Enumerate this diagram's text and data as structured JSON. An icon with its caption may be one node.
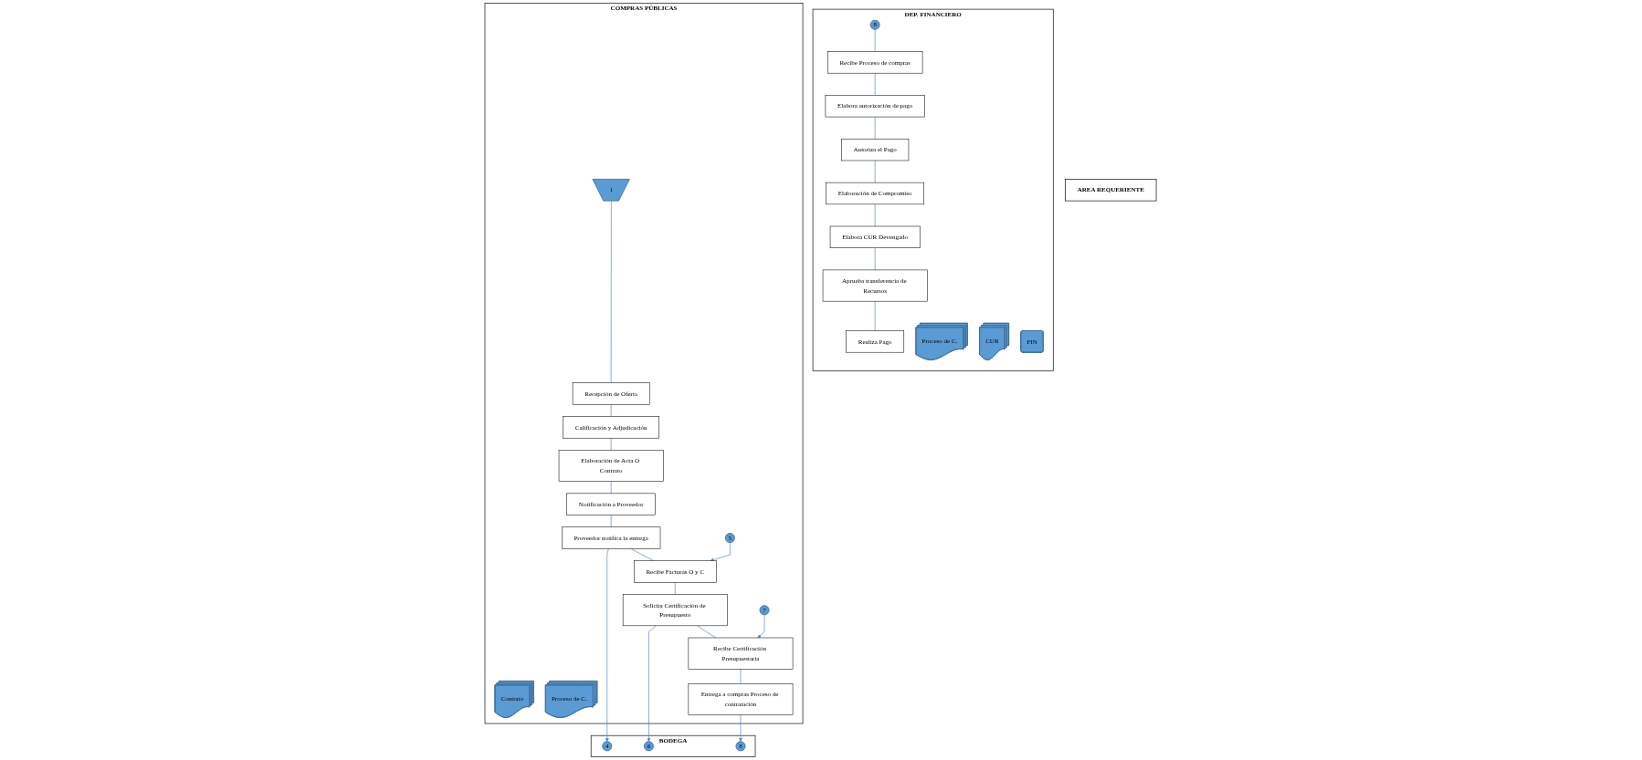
{
  "diagram": {
    "nodes": [
      {
        "text": [
          "AREA REQUERIENTE"
        ]
      },
      {
        "text": [
          "DEP. FINANCIERO"
        ]
      },
      {
        "text": [
          "8"
        ],
        "in": 1
      },
      {
        "text": [
          "Proceso de C."
        ],
        "in": 1
      },
      {
        "text": [
          "Recibe Proceso de compras"
        ],
        "in": 1
      },
      {
        "text": [
          "Elabora autorización de pago"
        ],
        "in": 1
      },
      {
        "text": [
          "Autoriza el Pago"
        ],
        "in": 1
      },
      {
        "text": [
          "Elaboración de Compromiso"
        ],
        "in": 1
      },
      {
        "text": [
          "CUR"
        ],
        "in": 1
      },
      {
        "text": [
          "Elabora CUR Devengado"
        ],
        "in": 1
      },
      {
        "text": [
          "Aprueba transferencia de Recursos"
        ],
        "in": 1
      },
      {
        "text": [
          "Realiza Pago"
        ],
        "in": 1
      },
      {
        "text": [
          "FIN"
        ],
        "in": 1
      },
      {
        "text": [
          "COMPRAS PÚBLICAS"
        ]
      },
      {
        "text": [
          "1"
        ],
        "in": 13
      },
      {
        "text": [
          "Recepción de Oferta"
        ],
        "in": 13
      },
      {
        "text": [
          "Calificación y Adjudicación"
        ],
        "in": 13
      },
      {
        "text": [
          "Contrato"
        ],
        "in": 13
      },
      {
        "text": [
          "Elaboración de Acta O Contrato"
        ],
        "in": 13
      },
      {
        "text": [
          "Notificación a Proveedor"
        ],
        "in": 13
      },
      {
        "text": [
          "Proveedor notifica la entrega"
        ],
        "in": 13
      },
      {
        "text": [
          "5"
        ],
        "in": 13
      },
      {
        "text": [
          "Recibe Facturas O y C"
        ],
        "in": 13
      },
      {
        "text": [
          "Solicita Certificación de Presupuesto"
        ],
        "in": 13
      },
      {
        "text": [
          "7"
        ],
        "in": 13
      },
      {
        "text": [
          "Recibe Certificación Presupuestaria"
        ],
        "in": 13
      },
      {
        "text": [
          "Proceso de C."
        ],
        "in": 13
      },
      {
        "text": [
          "Entrega a compras Proceso de contratación"
        ],
        "in": 13
      },
      {
        "text": [
          "BODEGA"
        ]
      },
      {
        "text": [
          "4"
        ],
        "in": 28
      },
      {
        "text": [
          "6"
        ],
        "in": 28
      },
      {
        "text": [
          "8"
        ],
        "in": 28
      }
    ],
    "edges": [
      {
        "from": 2,
        "to": 4,
        "arrow": "none"
      },
      {
        "from": 4,
        "to": 5,
        "arrow": "none"
      },
      {
        "from": 5,
        "to": 6,
        "arrow": "none"
      },
      {
        "from": 6,
        "to": 7,
        "arrow": "none"
      },
      {
        "from": 7,
        "to": 9,
        "arrow": "none"
      },
      {
        "from": 9,
        "to": 10,
        "arrow": "none"
      },
      {
        "from": 10,
        "to": 11,
        "arrow": "none"
      },
      {
        "from": 14,
        "to": 15,
        "arrow": "none"
      },
      {
        "from": 15,
        "to": 16,
        "arrow": "none"
      },
      {
        "from": 16,
        "to": 18,
        "arrow": "none"
      },
      {
        "from": 18,
        "to": 19,
        "arrow": "none"
      },
      {
        "from": 19,
        "to": 20,
        "arrow": "none"
      },
      {
        "from": 20,
        "to": 29,
        "arrow": "to"
      },
      {
        "from": 20,
        "to": 22,
        "arrow": "none"
      },
      {
        "from": 21,
        "to": 22,
        "arrow": "to"
      },
      {
        "from": 22,
        "to": 23,
        "arrow": "none"
      },
      {
        "from": 23,
        "to": 30,
        "arrow": "to"
      },
      {
        "from": 23,
        "to": 25,
        "arrow": "none"
      },
      {
        "from": 24,
        "to": 25,
        "arrow": "to"
      },
      {
        "from": 25,
        "to": 27,
        "arrow": "none"
      },
      {
        "from": 27,
        "to": 31,
        "arrow": "to"
      }
    ]
  }
}
